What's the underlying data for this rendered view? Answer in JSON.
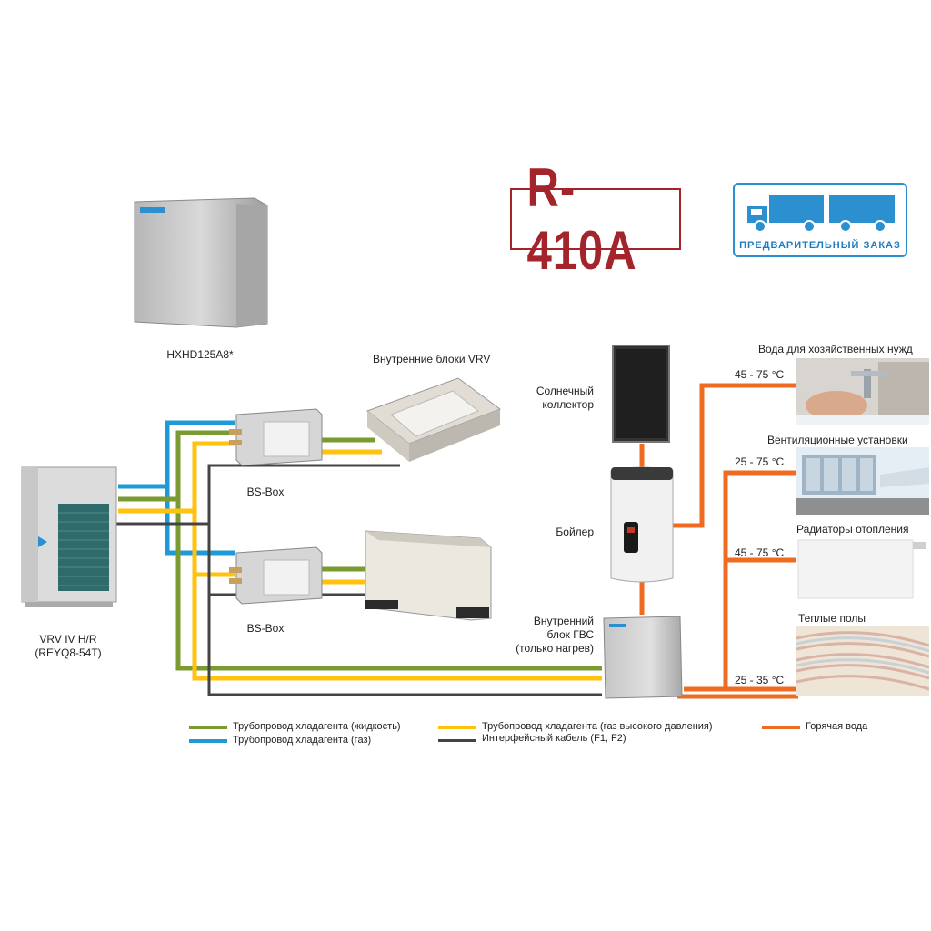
{
  "colors": {
    "liquid": "#7a9a32",
    "gas": "#1e9ad6",
    "hp_gas": "#ffc20e",
    "cable": "#444444",
    "hot_water": "#ef6b22",
    "r410_red": "#a3242a",
    "preorder_blue": "#1c7cc2"
  },
  "badges": {
    "refrigerant": "R-410A",
    "preorder": "ПРЕДВАРИТЕЛЬНЫЙ ЗАКАЗ"
  },
  "units": {
    "hxhd": "HXHD125A8*",
    "indoor_vrv": "Внутренние блоки VRV",
    "bsbox1": "BS-Box",
    "bsbox2": "BS-Box",
    "outdoor_line1": "VRV IV H/R",
    "outdoor_line2": "(REYQ8-54T)",
    "solar_line1": "Солнечный",
    "solar_line2": "коллектор",
    "boiler": "Бойлер",
    "dhw_line1": "Внутренний",
    "dhw_line2": "блок ГВС",
    "dhw_line3": "(только нагрев)"
  },
  "applications": [
    {
      "name": "Вода для хозяйственных нужд",
      "temp": "45 - 75 °C",
      "icon": "hands-washing-photo"
    },
    {
      "name": "Вентиляционные установки",
      "temp": "25 - 75 °C",
      "icon": "ventilation-units-photo"
    },
    {
      "name": "Радиаторы отопления",
      "temp": "45 - 75 °C",
      "icon": "radiator-photo"
    },
    {
      "name": "Теплые полы",
      "temp": "25 - 35 °C",
      "icon": "floor-heating-photo"
    }
  ],
  "legend": {
    "liquid": "Трубопровод хладагента (жидкость)",
    "gas": "Трубопровод хладагента (газ)",
    "hp_gas": "Трубопровод хладагента (газ высокого давления)",
    "cable": "Интерфейсный кабель (F1, F2)",
    "hot_water": "Горячая вода"
  }
}
